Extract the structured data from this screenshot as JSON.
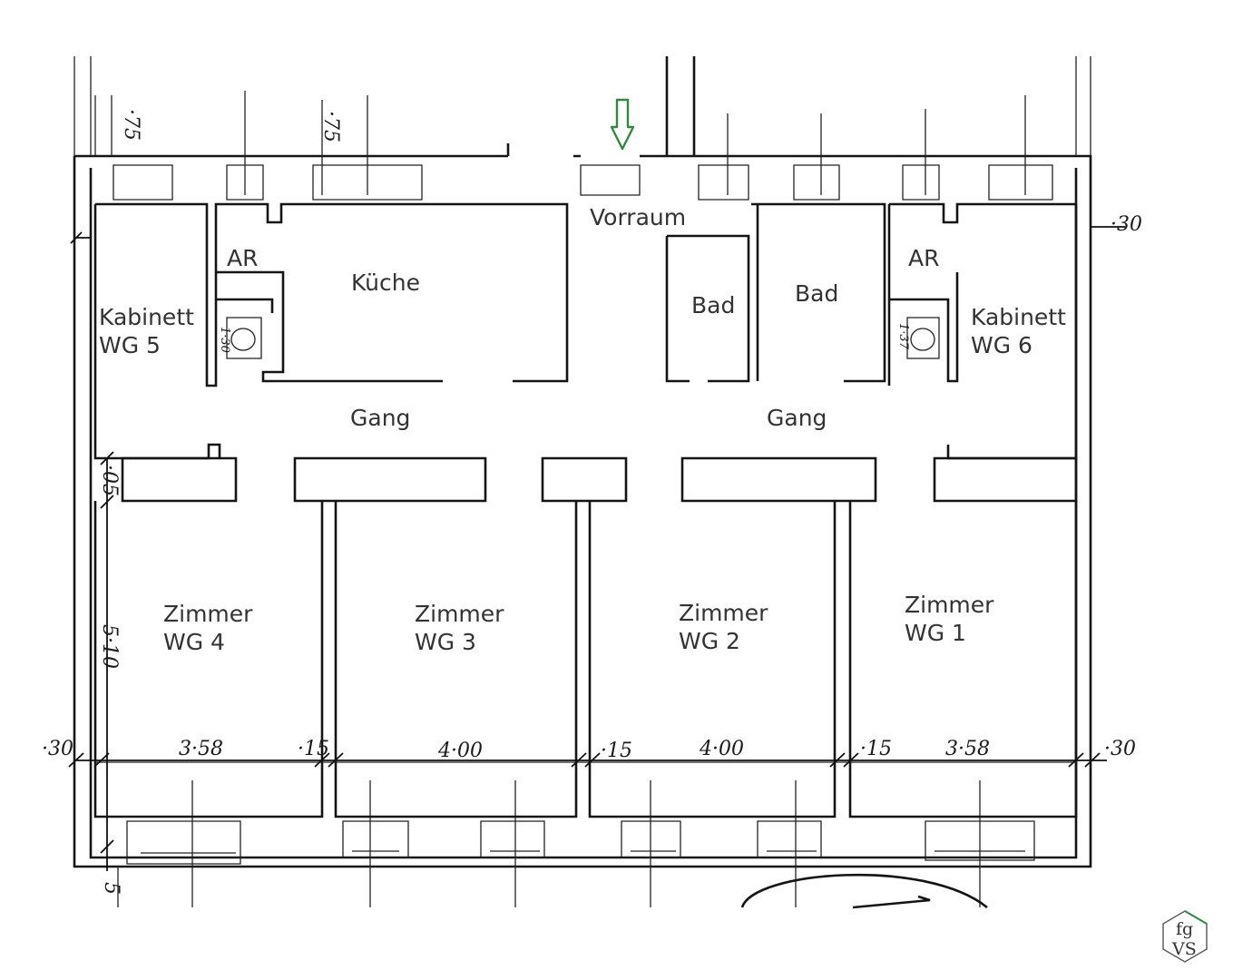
{
  "rooms": {
    "vorraum": "Vorraum",
    "ar_left": "AR",
    "kueche": "Küche",
    "bad_1": "Bad",
    "bad_2": "Bad",
    "ar_right": "AR",
    "kabinett_wg5_line1": "Kabinett",
    "kabinett_wg5_line2": "WG 5",
    "kabinett_wg6_line1": "Kabinett",
    "kabinett_wg6_line2": "WG 6",
    "gang_left": "Gang",
    "gang_right": "Gang",
    "zimmer_wg4_line1": "Zimmer",
    "zimmer_wg4_line2": "WG 4",
    "zimmer_wg3_line1": "Zimmer",
    "zimmer_wg3_line2": "WG 3",
    "zimmer_wg2_line1": "Zimmer",
    "zimmer_wg2_line2": "WG 2",
    "zimmer_wg1_line1": "Zimmer",
    "zimmer_wg1_line2": "WG 1"
  },
  "dimensions": {
    "left_outer": "·30",
    "width_wg4": "3·58",
    "partition_1": "·15",
    "width_wg3": "4·00",
    "partition_2": "·15",
    "width_wg2": "4·00",
    "partition_3": "·15",
    "width_wg1": "3·58",
    "right_outer": "·30",
    "right_top": "·30",
    "top_left": "·75",
    "top_mid": "·75",
    "wall_gang": "·05",
    "room_depth": "5·10",
    "wc_left": "1·30",
    "wc_right": "1·37",
    "bottom_left": "5"
  },
  "logo": {
    "top": "fg",
    "bottom": "VS"
  },
  "colors": {
    "entrance_arrow": "#2e8b3c",
    "ink": "#141414",
    "logo_accent": "#2e8b3c"
  }
}
